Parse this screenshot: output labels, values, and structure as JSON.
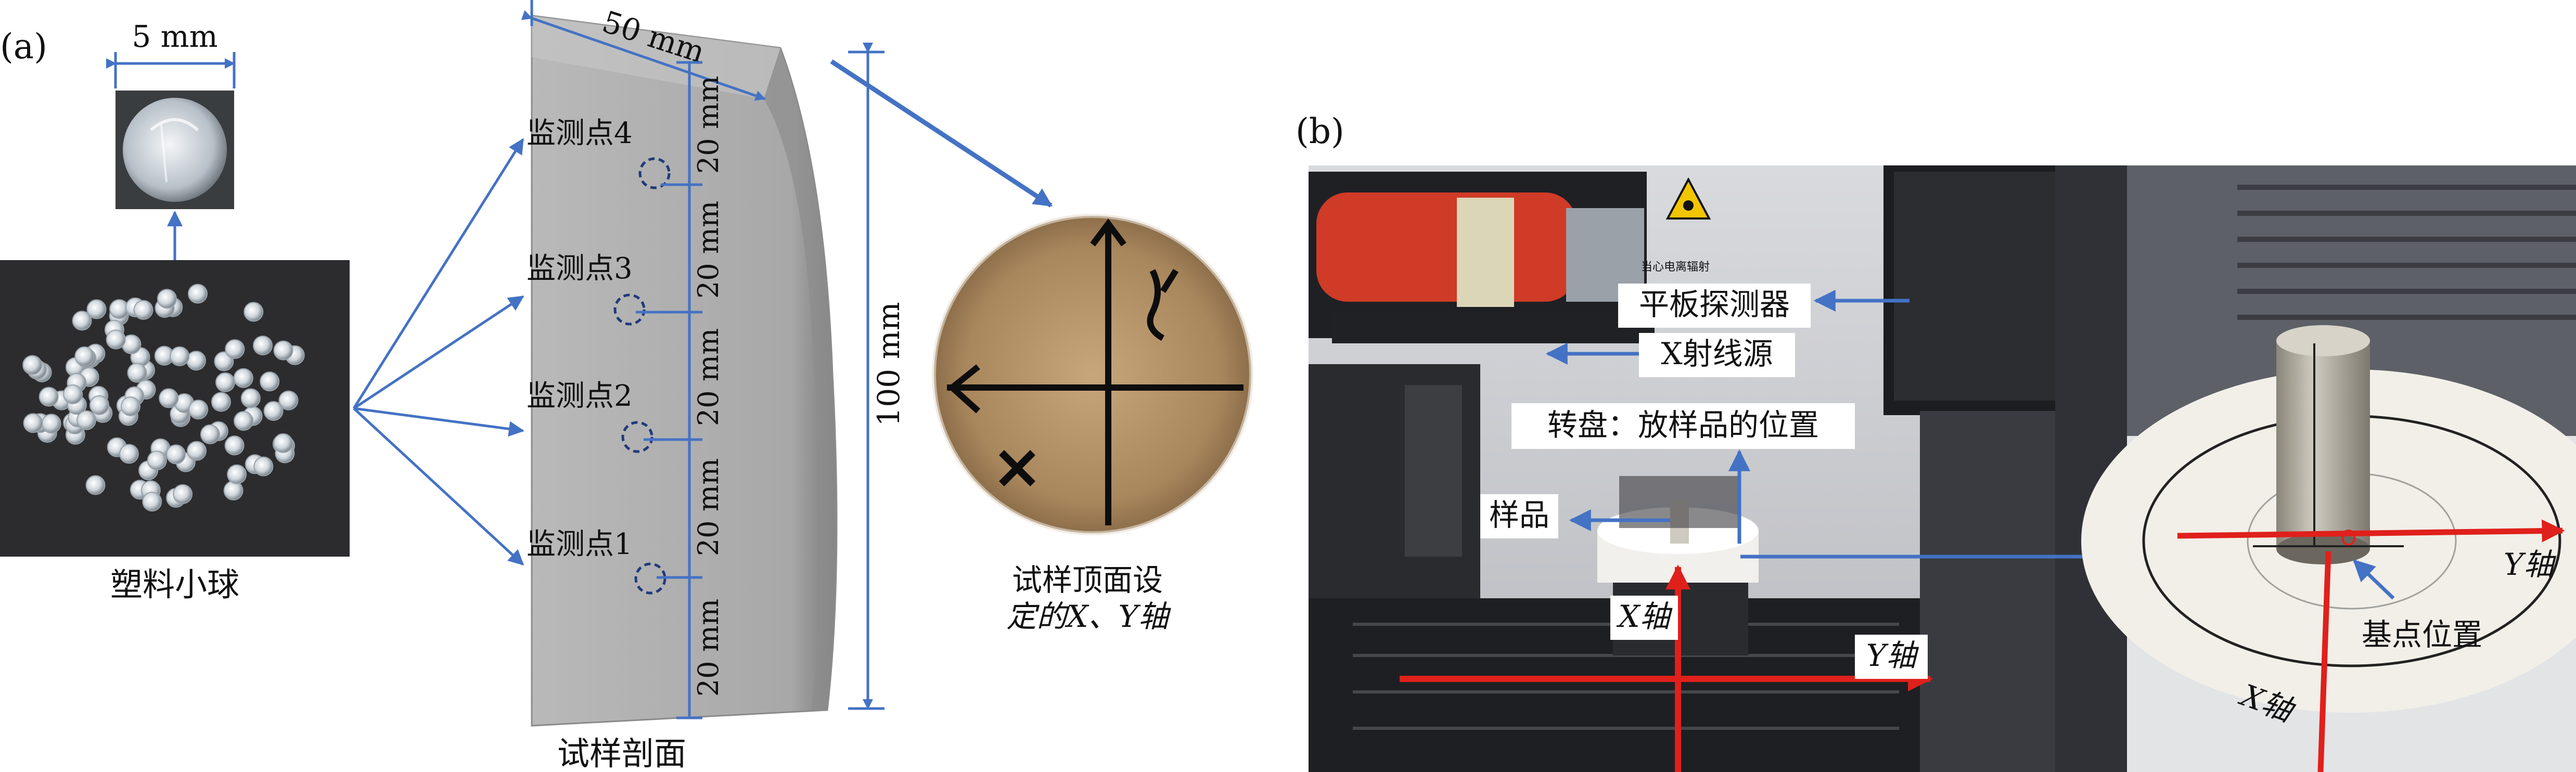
{
  "panel_a": {
    "label": "(a)",
    "bead_scale": "5 mm",
    "beads_caption": "塑料小球",
    "specimen": {
      "width_label": "50 mm",
      "height_label": "100 mm",
      "caption": "试样剖面",
      "monitoring_points": [
        "监测点4",
        "监测点3",
        "监测点2",
        "监测点1"
      ],
      "spacings": [
        "20 mm",
        "20 mm",
        "20 mm",
        "20 mm",
        "20 mm"
      ]
    },
    "top_caption_line1": "试样顶面设",
    "top_caption_line2": "定的X、Y轴"
  },
  "panel_b": {
    "label": "(b)",
    "warning_text": "当心电离辐射",
    "detector": "平板探测器",
    "xray_source": "X射线源",
    "turntable": "转盘：放样品的位置",
    "sample": "样品",
    "x_axis": "X轴",
    "y_axis": "Y轴",
    "zoom_y_axis": "Y轴",
    "zoom_x_axis": "X轴",
    "zoom_origin_mark": "O",
    "base_point": "基点位置"
  },
  "colors": {
    "arrow_blue": "#4472c4",
    "axis_red": "#e0201b",
    "specimen_gray": "#a5a5a5",
    "photo_dark": "#2c2c2e"
  }
}
